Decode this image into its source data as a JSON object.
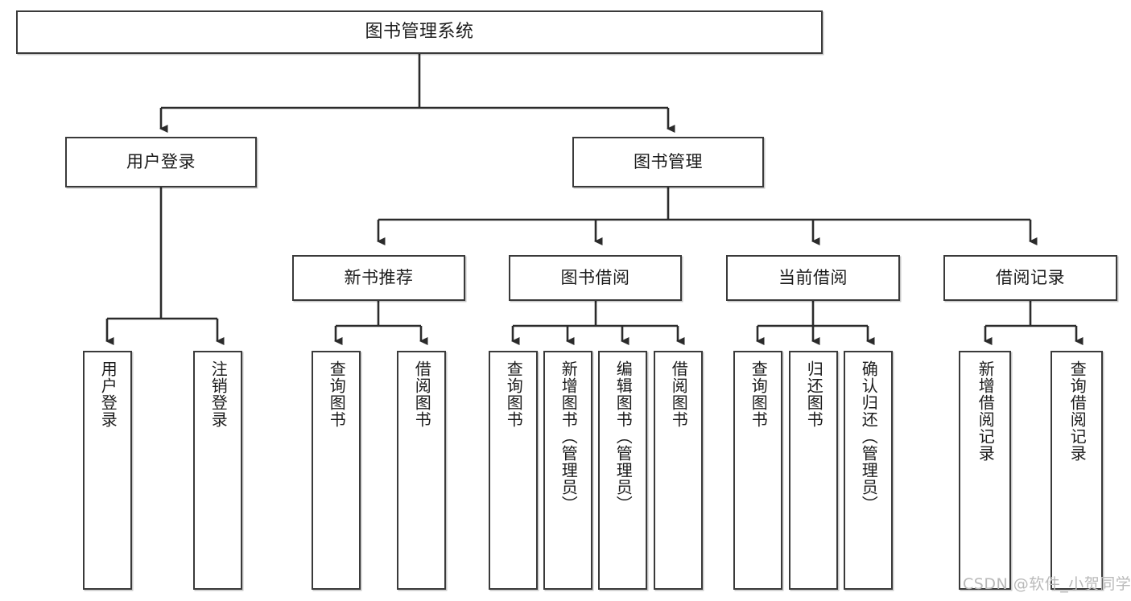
{
  "diagram": {
    "title": "图书管理系统",
    "type": "tree-hierarchy-chart",
    "watermark": "CSDN @软件_小贺同学",
    "colors": {
      "node_border": "#3a3a3a",
      "node_fill": "#ffffff",
      "edge": "#2b2b2b",
      "text": "#1c1c1c",
      "watermark": "#b9b9b9"
    },
    "nodes": {
      "root": {
        "label": "图书管理系统"
      },
      "level1": [
        {
          "label": "用户登录"
        },
        {
          "label": "图书管理"
        }
      ],
      "level2": [
        {
          "label": "新书推荐"
        },
        {
          "label": "图书借阅"
        },
        {
          "label": "当前借阅"
        },
        {
          "label": "借阅记录"
        }
      ],
      "leaves_user_login": [
        {
          "label": "用户登录"
        },
        {
          "label": "注销登录"
        }
      ],
      "leaves_new_book": [
        {
          "label": "查询图书"
        },
        {
          "label": "借阅图书"
        }
      ],
      "leaves_borrow_book": [
        {
          "label": "查询图书"
        },
        {
          "label": "新增图书（管理员）"
        },
        {
          "label": "编辑图书（管理员）"
        },
        {
          "label": "借阅图书"
        }
      ],
      "leaves_current_borrow": [
        {
          "label": "查询图书"
        },
        {
          "label": "归还图书"
        },
        {
          "label": "确认归还（管理员）"
        }
      ],
      "leaves_borrow_record": [
        {
          "label": "新增借阅记录"
        },
        {
          "label": "查询借阅记录"
        }
      ]
    }
  }
}
